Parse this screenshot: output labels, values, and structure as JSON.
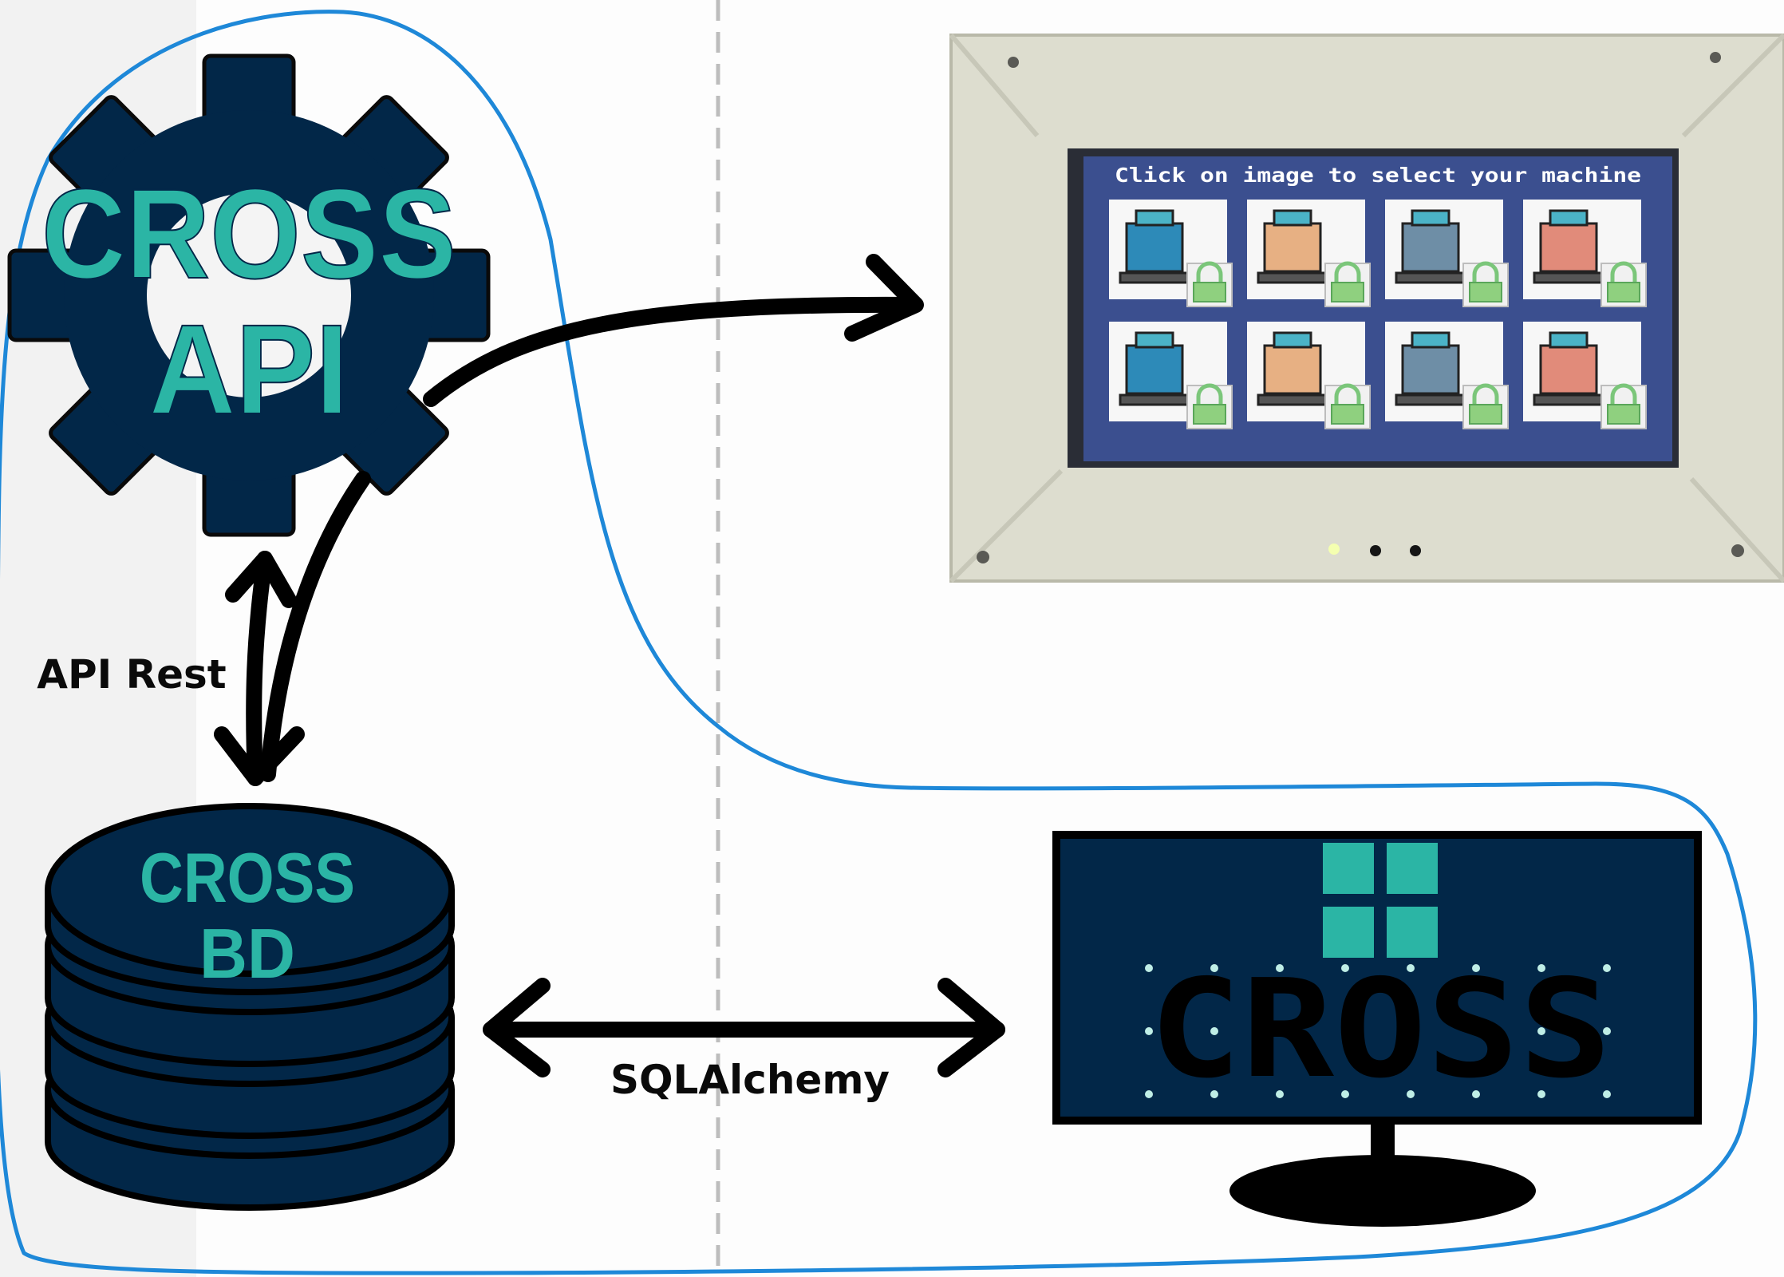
{
  "diagram": {
    "api_node": {
      "line1": "CROSS",
      "line2": "API"
    },
    "db_node": {
      "line1": "CROSS",
      "line2": "BD"
    },
    "edge_api_rest": {
      "label": "API Rest"
    },
    "edge_sqlalchemy": {
      "label": "SQLAlchemy"
    },
    "device_screen": {
      "title": "Click on image to select your machine",
      "tiles": [
        "3d-printer-icon",
        "packaging-machine-icon",
        "industrial-gear-machine-icon",
        "robot-conveyor-icon",
        "press-brake-icon",
        "saw-machine-icon",
        "robot-arm-bottles-icon",
        "cnc-mill-icon"
      ]
    },
    "monitor": {
      "logo_text": "CROSS"
    },
    "colors": {
      "navy": "#022748",
      "teal": "#2bb5a5",
      "outline_blue": "#1e88d8",
      "panel_gray": "#f2f2f2",
      "screen_blue": "#3b4f8f"
    }
  }
}
